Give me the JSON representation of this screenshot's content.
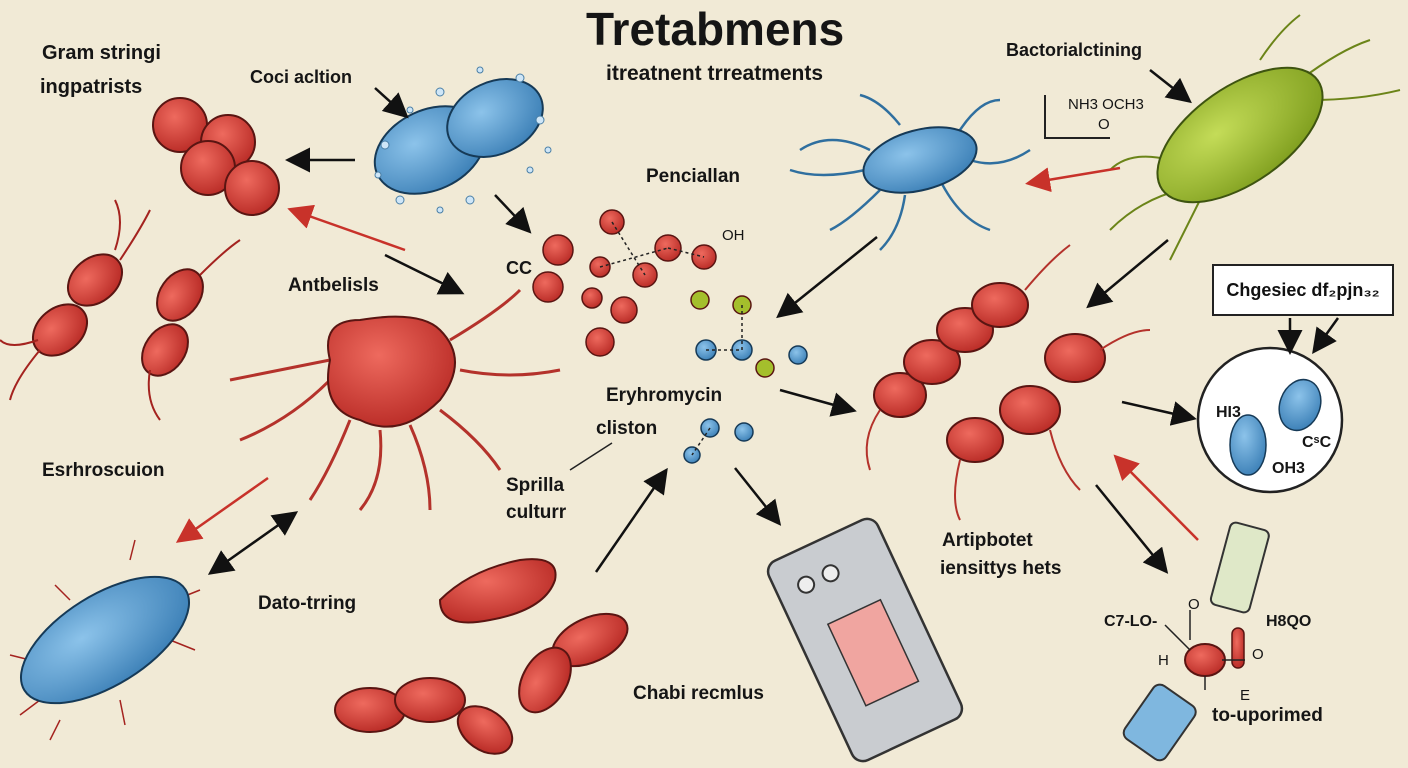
{
  "diagram": {
    "title": "Tretabmens",
    "subtitle": "itreatnent trreatments",
    "labels": {
      "gram_line1": "Gram stringi",
      "gram_line2": "ingpatrists",
      "coci_action": "Coci acltion",
      "bactorial": "Bactorialctining",
      "penciallan": "Penciallan",
      "cc": "CC",
      "oh": "OH",
      "antbelisls": "Antbelisls",
      "eryhromycin": "Eryhromycin",
      "cliston": "cliston",
      "esrhroscuion": "Esrhroscuion",
      "sprilla": "Sprilla",
      "culturr": "culturr",
      "dato_trring": "Dato-trring",
      "chabi_recmlus": "Chabi recmlus",
      "artipbotet": "Artipbotet",
      "iensittys_hets": "iensittys hets",
      "to_uporimed": "to-uporimed",
      "nh3_och3": "NH3 OCH3",
      "o_small": "O"
    },
    "formula_box": "Chgesiec df₂pjn₃₂",
    "circle_inset": {
      "h3": "HI3",
      "c": "CˢC",
      "oh3": "OH3"
    },
    "molecule_bottom": {
      "left": "C7-LO-",
      "right": "H8QO",
      "o1": "O",
      "o2": "O",
      "h": "H",
      "e": "E"
    },
    "colors": {
      "background": "#f1ead6",
      "red_bacteria": "#d23a32",
      "blue_bacteria": "#4d93c8",
      "green_bacteria": "#9cba2c",
      "red_arrow": "#c8322a",
      "black_arrow": "#111111"
    }
  }
}
